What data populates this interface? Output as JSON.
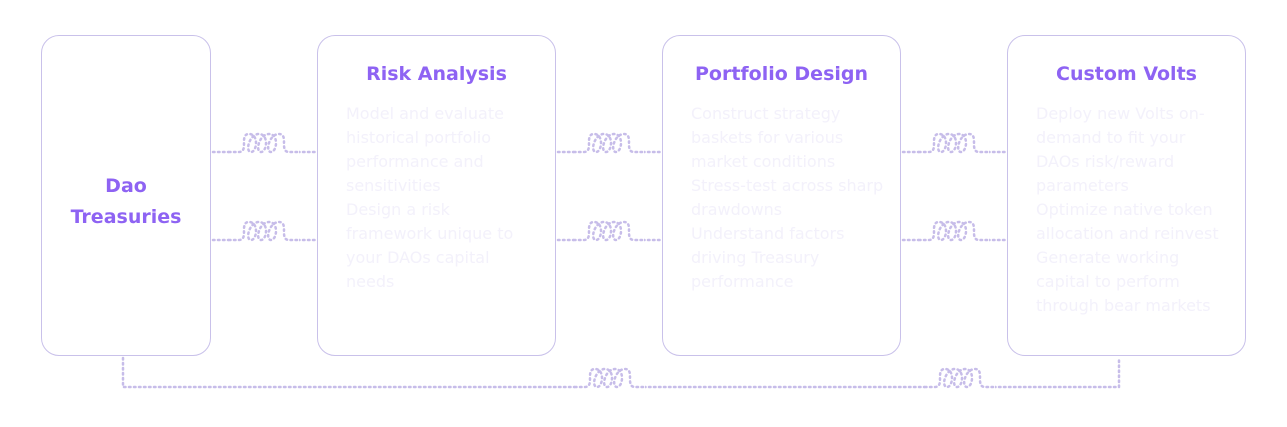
{
  "colors": {
    "accent": "#8e63f3",
    "border": "#c9c1ea",
    "connector": "#c7bde9",
    "body_text": "#f3f1fb"
  },
  "nodes": [
    {
      "title": "Dao Treasuries",
      "items": []
    },
    {
      "title": "Risk Analysis",
      "items": [
        "Model and evaluate historical portfolio performance and sensitivities",
        "Design a risk framework unique to your DAOs capital needs"
      ]
    },
    {
      "title": "Portfolio Design",
      "items": [
        "Construct strategy baskets for various market conditions",
        "Stress-test across sharp drawdowns",
        "Understand factors driving Treasury performance"
      ]
    },
    {
      "title": "Custom Volts",
      "items": [
        "Deploy new Volts on-demand to fit your DAOs risk/reward parameters",
        "Optimize native token allocation and reinvest",
        "Generate working capital to perform through bear markets"
      ]
    }
  ]
}
